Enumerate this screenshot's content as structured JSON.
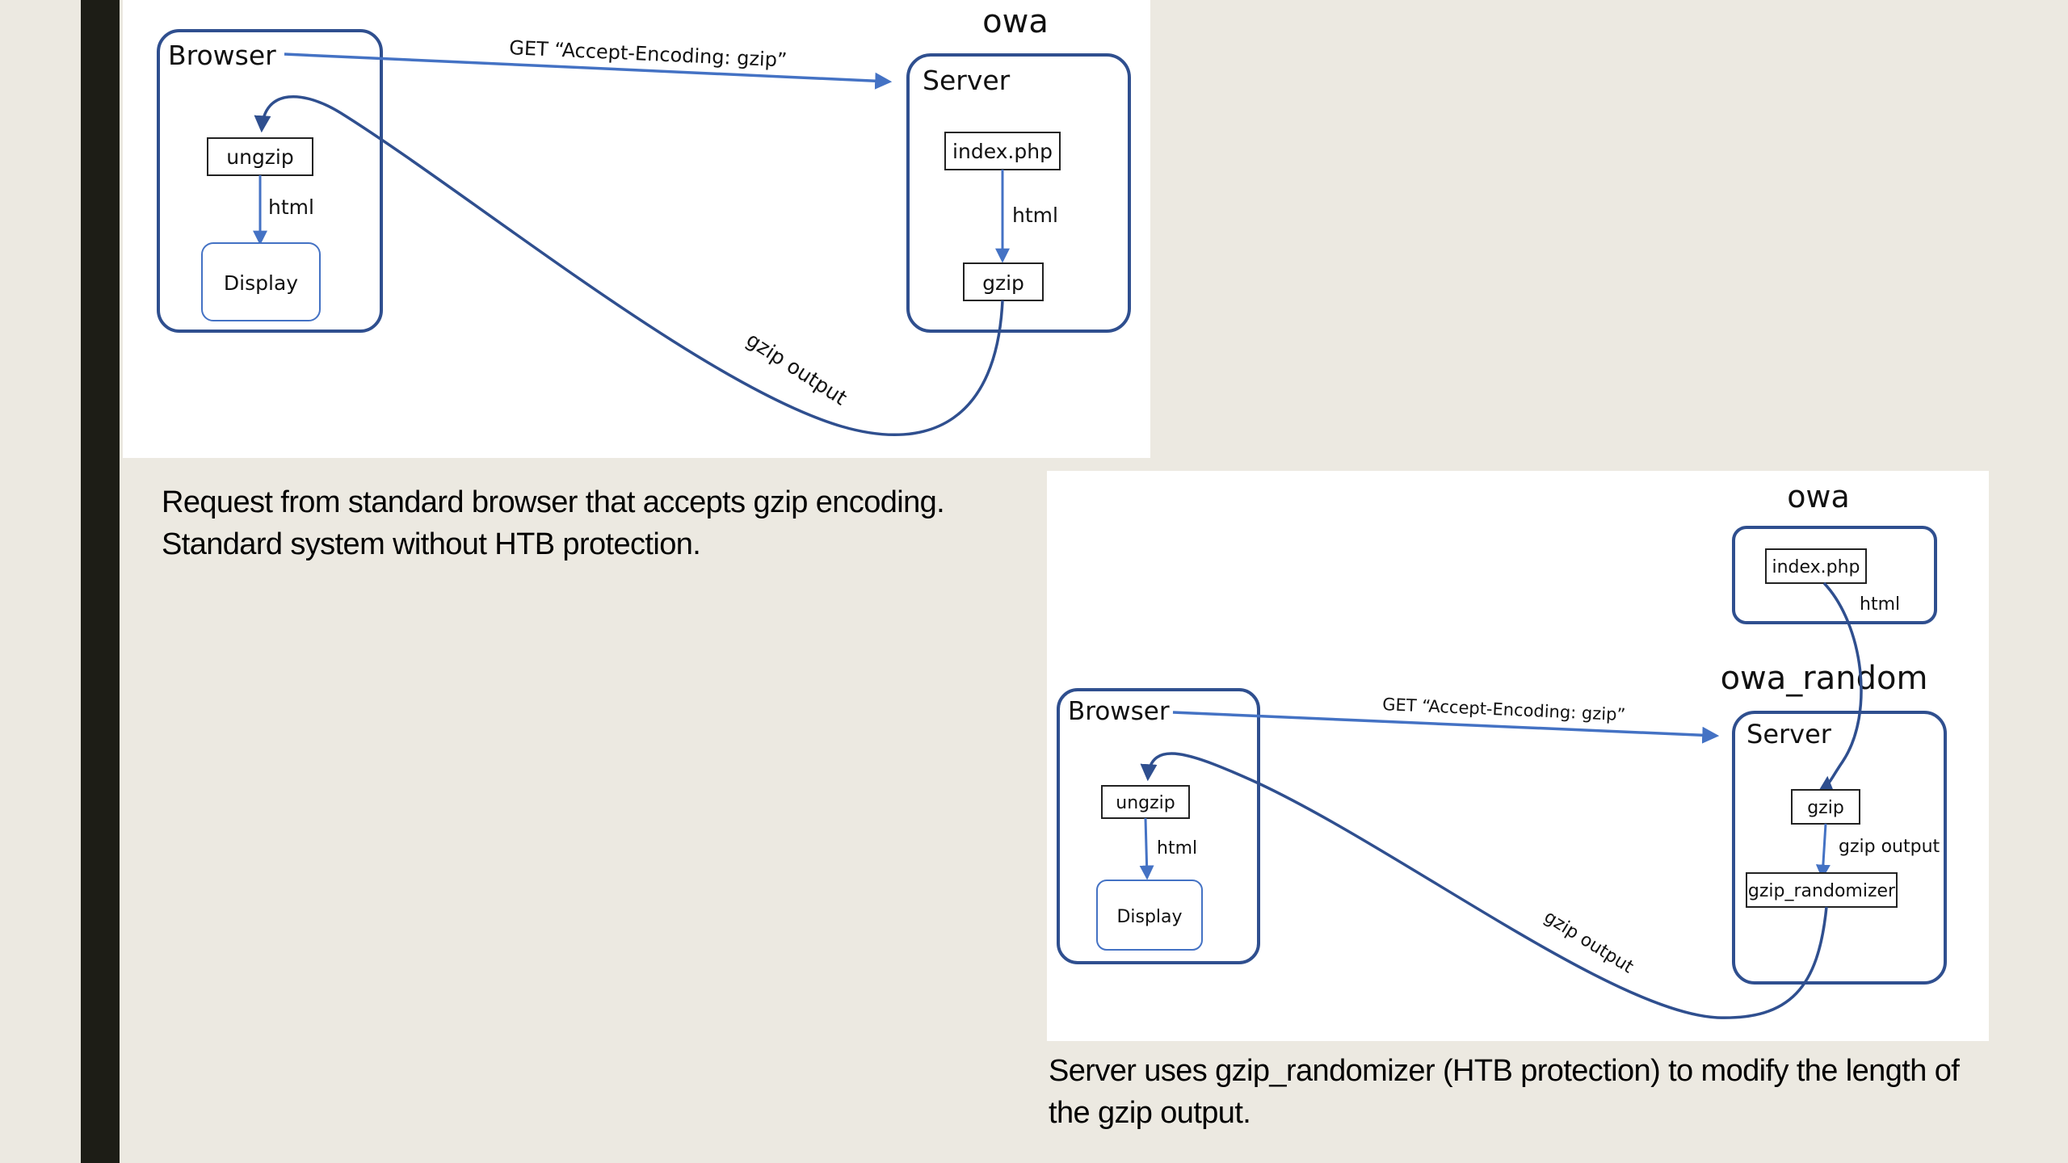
{
  "diagram_top": {
    "region_title": "owa",
    "browser_label": "Browser",
    "server_label": "Server",
    "request_label": "GET “Accept-Encoding: gzip”",
    "ungzip_label": "ungzip",
    "display_label": "Display",
    "browser_html_label": "html",
    "index_label": "index.php",
    "server_html_label": "html",
    "gzip_label": "gzip",
    "response_label": "gzip output"
  },
  "caption_top": {
    "line1": "Request from standard browser that accepts gzip encoding.",
    "line2": "Standard system without HTB protection."
  },
  "diagram_bottom": {
    "owa_label": "owa",
    "owa_random_label": "owa_random",
    "index_label": "index.php",
    "index_html_label": "html",
    "browser_label": "Browser",
    "server_label": "Server",
    "request_label": "GET “Accept-Encoding: gzip”",
    "ungzip_label": "ungzip",
    "display_label": "Display",
    "browser_html_label": "html",
    "gzip_label": "gzip",
    "gzip_output_label": "gzip output",
    "randomizer_label": "gzip_randomizer",
    "response_label": "gzip output"
  },
  "caption_bottom": {
    "line1": "Server uses gzip_randomizer (HTB protection) to modify the length of",
    "line2": "the gzip output."
  },
  "colors": {
    "background": "#ece9e1",
    "sidebar": "#1d1d16",
    "accent_blue": "#4472c4",
    "curve_navy": "#2f4f8f"
  }
}
